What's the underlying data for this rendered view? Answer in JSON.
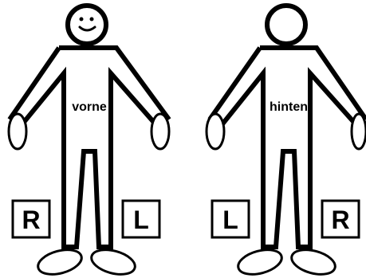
{
  "front_figure": {
    "body_label": "vorne",
    "left_box_letter": "R",
    "right_box_letter": "L"
  },
  "back_figure": {
    "body_label": "hinten",
    "left_box_letter": "L",
    "right_box_letter": "R"
  }
}
